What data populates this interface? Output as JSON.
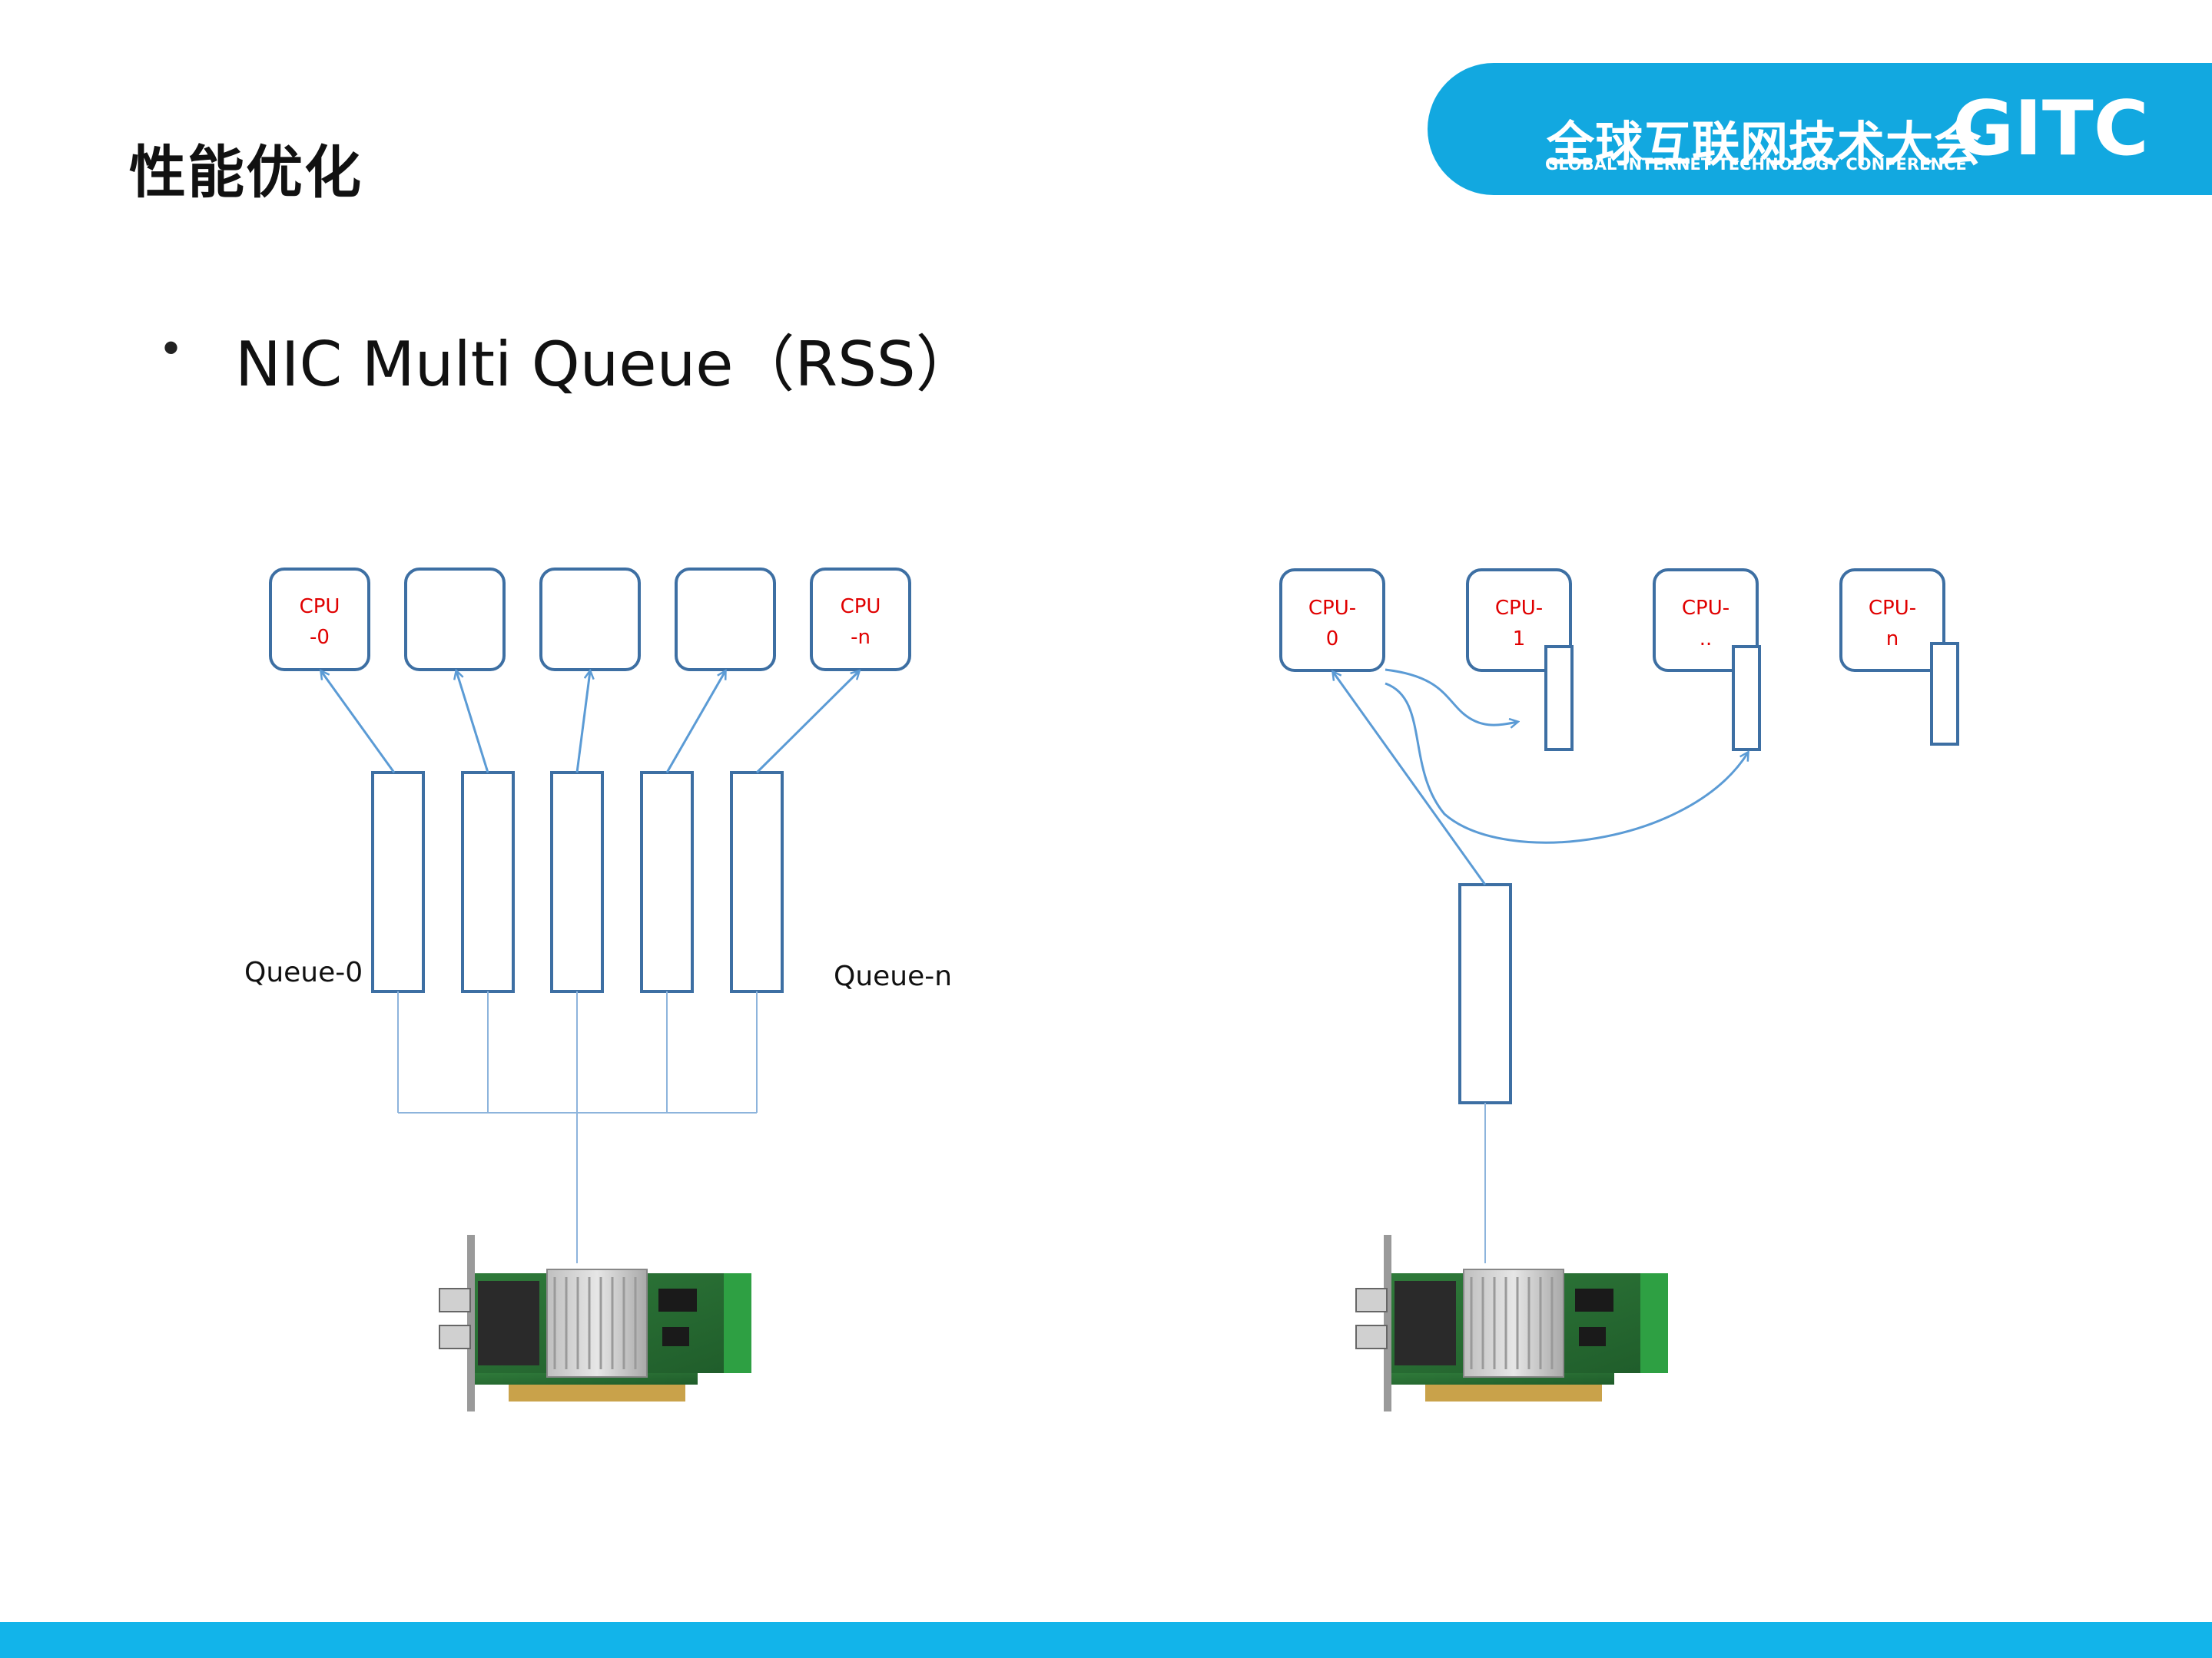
{
  "title": "性能优化",
  "bullet": "NIC Multi Queue（RSS）",
  "logo": {
    "cn": "全球互联网技术大会",
    "en": "GLOBAL INTERNET TECHNOLOGY CONFERENCE",
    "mark": "GITC"
  },
  "colors": {
    "accent": "#12a8e0",
    "box_stroke": "#3d6fa3",
    "arrow": "#5b9bd5",
    "cpu_text": "#e00000"
  },
  "left_diagram": {
    "cpus": [
      {
        "line1": "CPU",
        "line2": "-0"
      },
      {
        "line1": "",
        "line2": ""
      },
      {
        "line1": "",
        "line2": ""
      },
      {
        "line1": "",
        "line2": ""
      },
      {
        "line1": "CPU",
        "line2": "-n"
      }
    ],
    "queue_first_label": "Queue-0",
    "queue_last_label": "Queue-n",
    "nic_icon": "network-card-image"
  },
  "right_diagram": {
    "cpus": [
      {
        "line1": "CPU-",
        "line2": "0"
      },
      {
        "line1": "CPU-",
        "line2": "1"
      },
      {
        "line1": "CPU-",
        "line2": ".."
      },
      {
        "line1": "CPU-",
        "line2": "n"
      }
    ],
    "nic_icon": "network-card-image"
  }
}
